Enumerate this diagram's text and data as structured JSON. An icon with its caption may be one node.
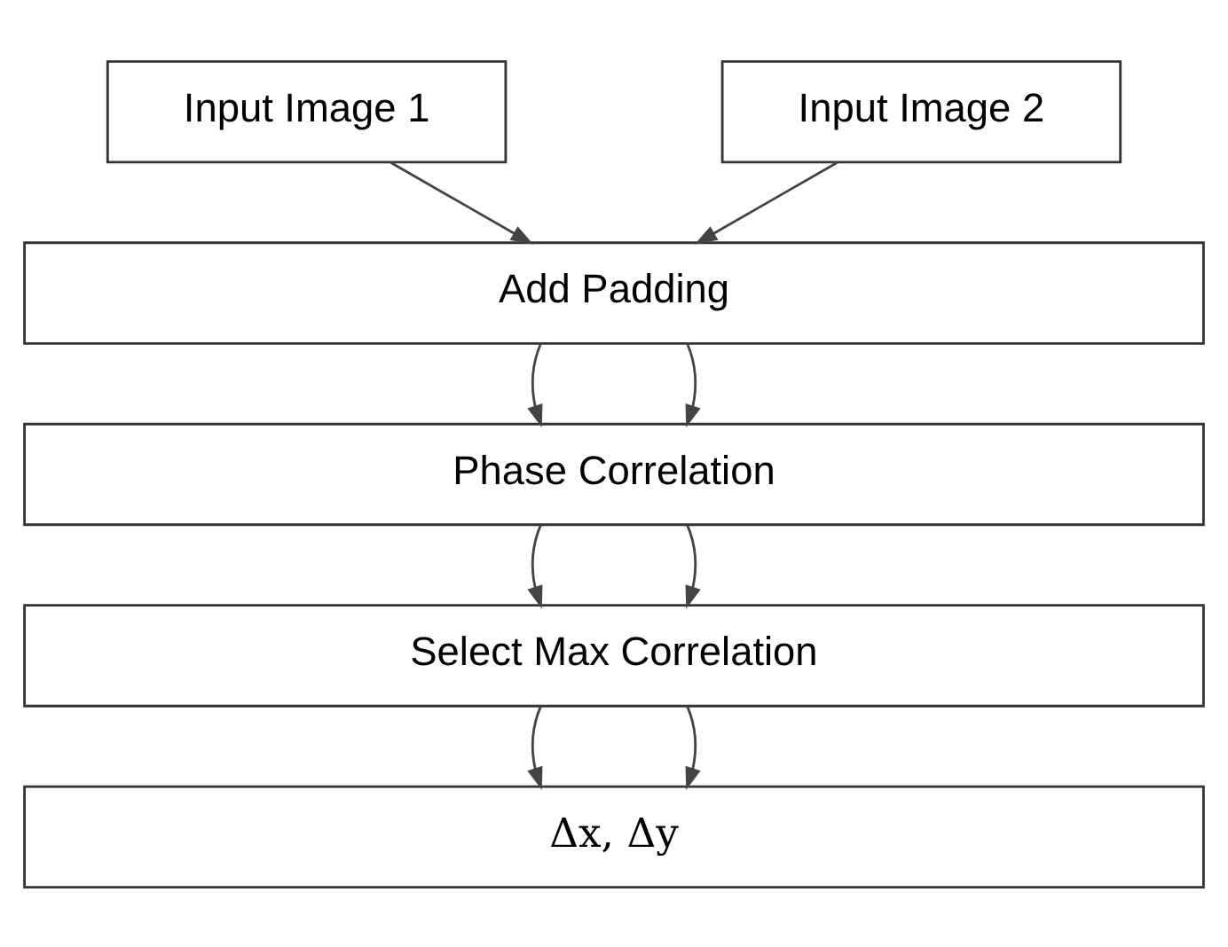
{
  "diagram": {
    "nodes": [
      {
        "text": [
          "Input Image 1"
        ]
      },
      {
        "text": [
          "Input Image 2"
        ]
      },
      {
        "text": [
          "Add Padding"
        ]
      },
      {
        "text": [
          "Phase Correlation"
        ]
      },
      {
        "text": [
          "Select Max Correlation"
        ]
      },
      {
        "text": [
          "Δx, Δy"
        ]
      }
    ],
    "edges": [
      {
        "from": 0,
        "to": 2,
        "arrow": "to"
      },
      {
        "from": 1,
        "to": 2,
        "arrow": "to"
      },
      {
        "from": 2,
        "to": 3,
        "arrow": "to"
      },
      {
        "from": 2,
        "to": 3,
        "arrow": "to"
      },
      {
        "from": 3,
        "to": 4,
        "arrow": "to"
      },
      {
        "from": 3,
        "to": 4,
        "arrow": "to"
      },
      {
        "from": 4,
        "to": 5,
        "arrow": "to"
      },
      {
        "from": 4,
        "to": 5,
        "arrow": "to"
      }
    ]
  }
}
